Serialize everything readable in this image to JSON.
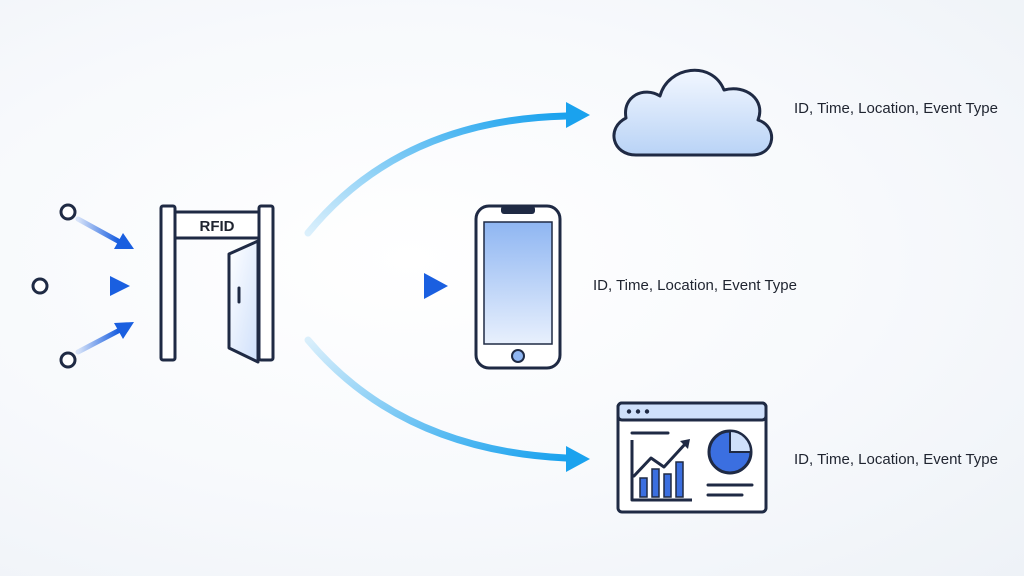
{
  "gate": {
    "label": "RFID"
  },
  "outputs": [
    {
      "label": "ID, Time, Location, Event Type"
    },
    {
      "label": "ID, Time, Location, Event Type"
    },
    {
      "label": "ID, Time, Location, Event Type"
    }
  ],
  "colors": {
    "accent": "#1a5fe0",
    "accent_light": "#1aa2ee",
    "outline": "#1f2a44",
    "fill_light": "#cfe0fb",
    "fill_mid": "#9cc2f5"
  }
}
